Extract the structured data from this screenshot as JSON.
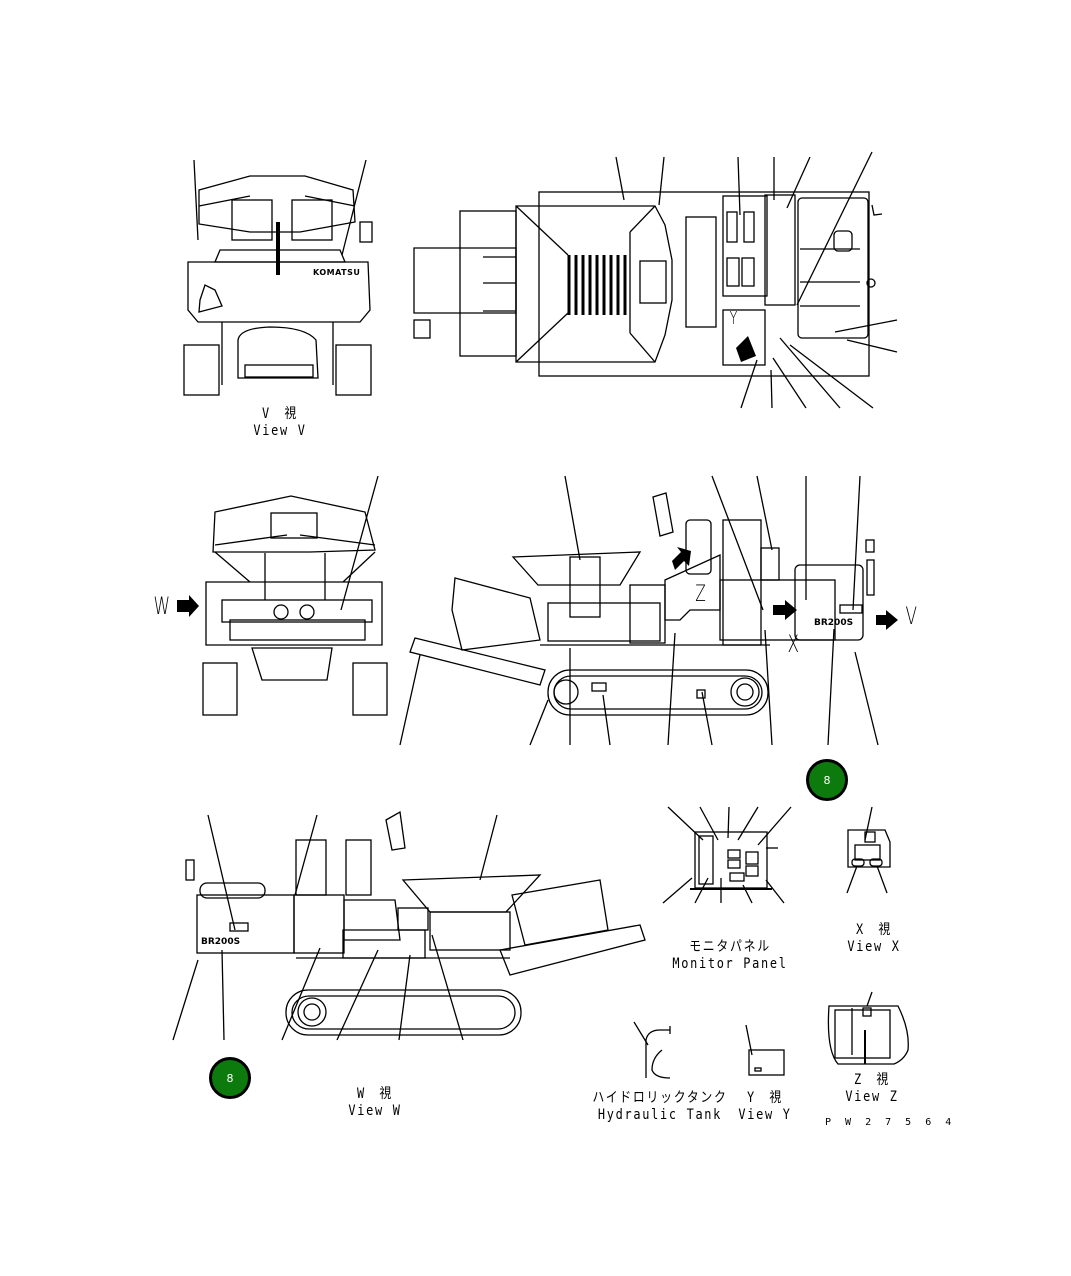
{
  "document": {
    "drawing_number": "PW27564",
    "drawing_number_spaced": "P W 2 7 5 6 4",
    "subject": "Komatsu BR200S mobile crusher label/decal placement"
  },
  "views": {
    "view_v": {
      "jp": "V　視",
      "en": "View V"
    },
    "view_w": {
      "jp": "W　視",
      "en": "View W"
    },
    "view_x": {
      "jp": "X　視",
      "en": "View X"
    },
    "view_y": {
      "jp": "Y　視",
      "en": "View Y"
    },
    "view_z": {
      "jp": "Z　視",
      "en": "View Z"
    },
    "monitor_panel": {
      "jp": "モニタパネル",
      "en": "Monitor Panel"
    },
    "hydraulic_tank": {
      "jp": "ハイドロリックタンク",
      "en": "Hydraulic Tank"
    }
  },
  "view_markers": {
    "w": "W",
    "v": "V",
    "x": "X",
    "y": "Y",
    "z": "Z"
  },
  "machine_labels": {
    "brand": "KOMATSU",
    "model": "BR200S",
    "model_rear": "BR200S"
  },
  "badges": [
    {
      "label": "8",
      "color": "#0d7a0d"
    },
    {
      "label": "8",
      "color": "#0d7a0d"
    }
  ]
}
